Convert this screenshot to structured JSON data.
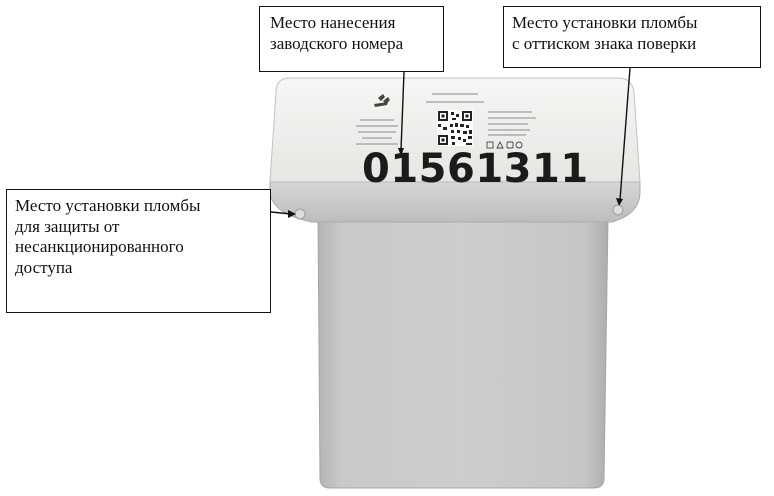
{
  "callouts": {
    "serial_number": {
      "lines": [
        "Место нанесения",
        "заводского номера"
      ]
    },
    "verification_seal": {
      "lines": [
        "Место установки пломбы",
        "с оттиском знака поверки"
      ]
    },
    "access_seal": {
      "lines": [
        "Место установки пломбы",
        "для защиты от",
        "несанкционированного",
        "доступа"
      ]
    }
  },
  "device": {
    "serial_number": "01561311"
  },
  "colors": {
    "label_panel": "#ededeb",
    "body": "#c4c4c4",
    "seal": "#d8d8d8"
  }
}
